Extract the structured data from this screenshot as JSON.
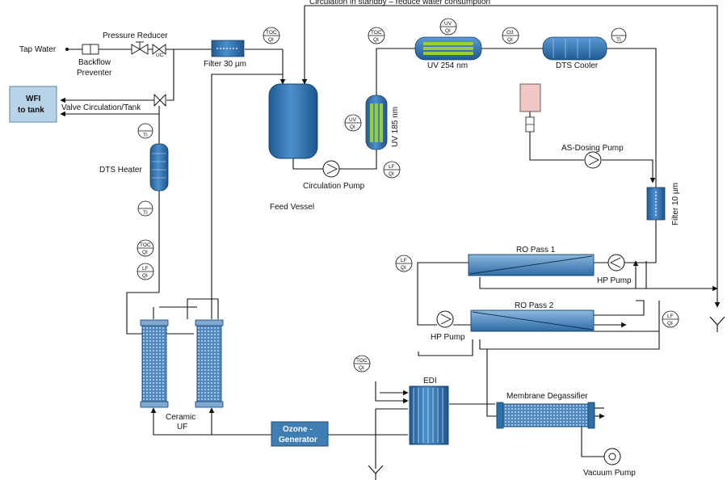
{
  "labels": {
    "circulation_standby": "Circulation in standby – reduce water consumption",
    "tap_water": "Tap Water",
    "pressure_reducer": "Pressure Reducer",
    "backflow": "Backflow",
    "preventer": "Preventer",
    "filter30": "Filter 30 µm",
    "wfi_line1": "WFI",
    "wfi_line2": "to tank",
    "valve_circ": "Valve Circulation/Tank",
    "dts_heater": "DTS Heater",
    "feed_vessel": "Feed Vessel",
    "circulation_pump": "Circulation Pump",
    "uv254": "UV 254 nm",
    "uv185": "UV 185 nm",
    "dts_cooler": "DTS Cooler",
    "as_dosing_pump": "AS-Dosing Pump",
    "filter10": "Filter 10 µm",
    "ro_pass1": "RO Pass 1",
    "ro_pass2": "RO Pass 2",
    "hp_pump": "HP Pump",
    "ceramic": "Ceramic",
    "uf": "UF",
    "ozone1": "Ozone -",
    "ozone2": "Generator",
    "edi": "EDI",
    "membrane_degassifier": "Membrane Degassifier",
    "vacuum_pump": "Vacuum Pump",
    "uc": "UC"
  },
  "instruments": {
    "toc": "TOC",
    "qi": "QI",
    "ti": "TI",
    "uv": "UV",
    "o3": "O3",
    "lf": "LF"
  },
  "colors": {
    "vessel": "#2e6fa8",
    "wfi_box": "#b7d3e8",
    "ozone_box": "#3f7db5",
    "uv_lamp": "#9acd32",
    "dosing_tank": "#f2c6c2"
  }
}
